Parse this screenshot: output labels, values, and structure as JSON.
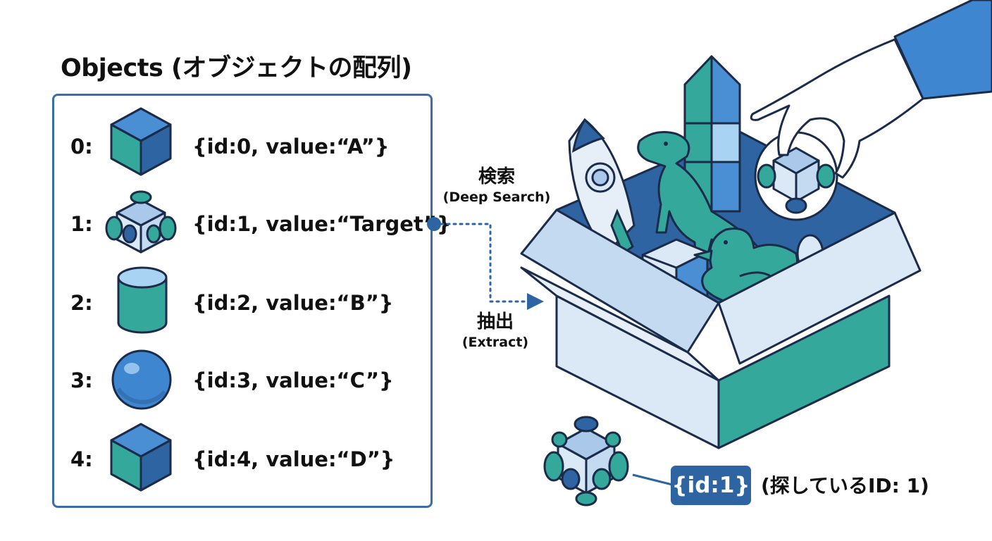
{
  "title": "Objects (オブジェクトの配列)",
  "rows": [
    {
      "index": "0:",
      "value": "{id:0, value:“A”}",
      "shape": "cube-icon"
    },
    {
      "index": "1:",
      "value": "{id:1, value:“Target”}",
      "shape": "connector-block-icon"
    },
    {
      "index": "2:",
      "value": "{id:2, value:“B”}",
      "shape": "cylinder-icon"
    },
    {
      "index": "3:",
      "value": "{id:3, value:“C”}",
      "shape": "sphere-icon"
    },
    {
      "index": "4:",
      "value": "{id:4, value:“D”}",
      "shape": "cube-icon"
    }
  ],
  "search": {
    "ja": "検索",
    "en": "(Deep Search)"
  },
  "extract": {
    "ja": "抽出",
    "en": "(Extract)"
  },
  "result": {
    "badge": "{id:1}",
    "caption": "(探しているID: 1)"
  },
  "colors": {
    "dark_blue": "#2f64a3",
    "mid_blue": "#4a8fd4",
    "teal": "#35a89c",
    "light_blue": "#dbe9f7",
    "outline": "#1b2b4a"
  }
}
